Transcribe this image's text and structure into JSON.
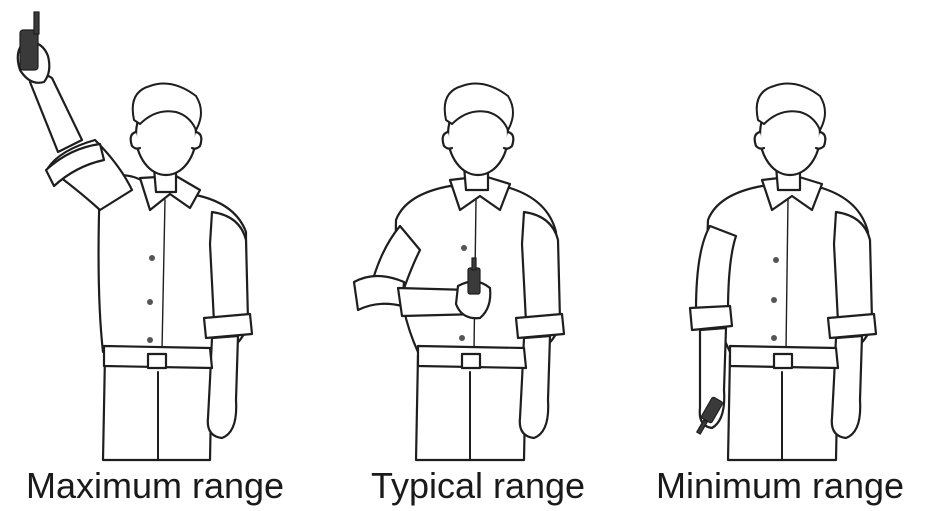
{
  "captions": {
    "maximum": "Maximum range",
    "typical": "Typical range",
    "minimum": "Minimum range"
  },
  "icons": {
    "figure_maximum": "person-holding-radio-overhead-icon",
    "figure_typical": "person-holding-radio-at-chest-icon",
    "figure_minimum": "person-holding-radio-at-waist-icon"
  },
  "colors": {
    "line": "#1e1e1e",
    "radio": "#3a3a3a",
    "background": "#ffffff"
  }
}
